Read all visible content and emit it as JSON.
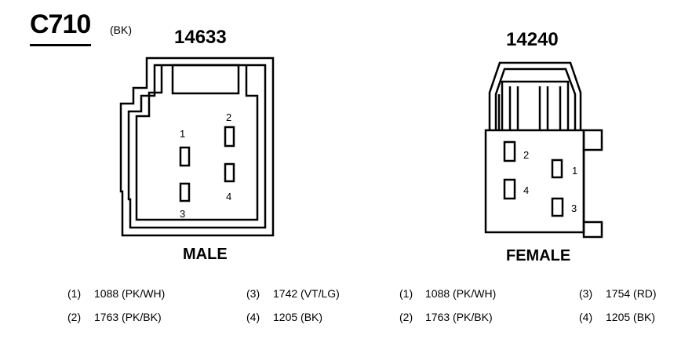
{
  "connector": {
    "id": "C710",
    "color_code": "(BK)"
  },
  "male": {
    "part_number": "14633",
    "label": "MALE",
    "pins": [
      "1",
      "2",
      "3",
      "4"
    ]
  },
  "female": {
    "part_number": "14240",
    "label": "FEMALE",
    "pins": [
      "1",
      "2",
      "3",
      "4"
    ]
  },
  "legend": {
    "male": [
      {
        "pin": "(1)",
        "circuit": "1088 (PK/WH)"
      },
      {
        "pin": "(2)",
        "circuit": "1763 (PK/BK)"
      },
      {
        "pin": "(3)",
        "circuit": "1742 (VT/LG)"
      },
      {
        "pin": "(4)",
        "circuit": "1205 (BK)"
      }
    ],
    "female": [
      {
        "pin": "(1)",
        "circuit": "1088 (PK/WH)"
      },
      {
        "pin": "(2)",
        "circuit": "1763 (PK/BK)"
      },
      {
        "pin": "(3)",
        "circuit": "1754 (RD)"
      },
      {
        "pin": "(4)",
        "circuit": "1205 (BK)"
      }
    ]
  }
}
